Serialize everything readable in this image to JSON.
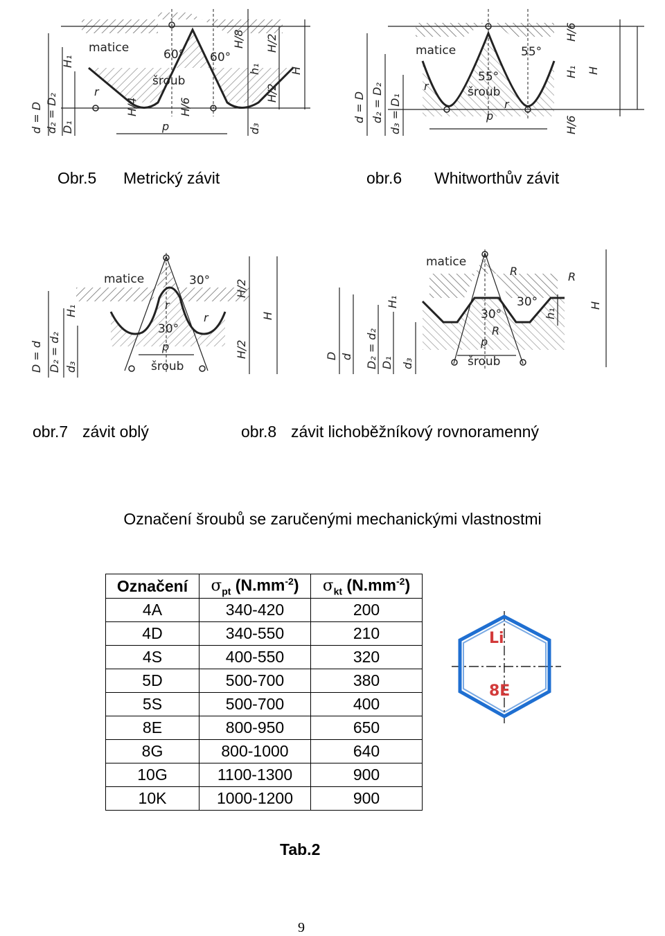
{
  "figures": {
    "fig5": {
      "labels": {
        "nut": "matice",
        "screw": "šroub",
        "angle_left": "60°",
        "angle_right": "60°",
        "pitch": "p",
        "dims": [
          "d = D",
          "d₂ = D₂",
          "D₁",
          "H₁",
          "H/4",
          "H/6",
          "H/8",
          "h₁",
          "H/2",
          "H/2",
          "H",
          "d₃",
          "r"
        ]
      }
    },
    "fig6": {
      "labels": {
        "nut": "matice",
        "screw": "šroub",
        "angle_top": "55°",
        "angle_mid": "55°",
        "pitch": "p",
        "dims": [
          "d = D",
          "d₂ = D₂",
          "d₃ = D₁",
          "H/6",
          "H₁",
          "H",
          "H/6",
          "r",
          "r"
        ]
      }
    },
    "fig7": {
      "labels": {
        "nut": "matice",
        "screw": "šroub",
        "angle_top": "30°",
        "angle_mid": "30°",
        "pitch": "p",
        "dims": [
          "D = d",
          "D₂ = d₂",
          "d₃",
          "H₁",
          "H/2",
          "H",
          "H/2",
          "r",
          "r"
        ]
      }
    },
    "fig8": {
      "labels": {
        "nut": "matice",
        "screw": "šroub",
        "angle_top": "30°",
        "angle_mid": "30°",
        "pitch": "p",
        "dims": [
          "D",
          "d",
          "D₂ = d₂",
          "D₁",
          "d₃",
          "H₁",
          "h₁",
          "H",
          "R",
          "R",
          "R"
        ]
      }
    },
    "bolt_head": {
      "top_mark": "Li",
      "bottom_mark": "8E",
      "color": "#1f6fd1"
    }
  },
  "captions": {
    "c5_num": "Obr.5",
    "c5_text": "Metrický závit",
    "c6_num": "obr.6",
    "c6_text": "Whitworthův závit",
    "c7_num": "obr.7",
    "c7_text": "závit oblý",
    "c8_num": "obr.8",
    "c8_text": "závit lichoběžníkový rovnoramenný"
  },
  "section_title": "Označení šroubů se zaručenými mechanickými vlastnostmi",
  "table": {
    "headers": {
      "h1": "Označení",
      "h2_sym": "σ",
      "h2_sub": "pt",
      "h2_unit": " (N.mm",
      "h2_sup": "-2",
      "h2_end": ")",
      "h3_sym": "σ",
      "h3_sub": "kt",
      "h3_unit": " (N.mm",
      "h3_sup": "-2",
      "h3_end": ")"
    },
    "rows": [
      [
        "4A",
        "340-420",
        "200"
      ],
      [
        "4D",
        "340-550",
        "210"
      ],
      [
        "4S",
        "400-550",
        "320"
      ],
      [
        "5D",
        "500-700",
        "380"
      ],
      [
        "5S",
        "500-700",
        "400"
      ],
      [
        "8E",
        "800-950",
        "650"
      ],
      [
        "8G",
        "800-1000",
        "640"
      ],
      [
        "10G",
        "1100-1300",
        "900"
      ],
      [
        "10K",
        "1000-1200",
        "900"
      ]
    ]
  },
  "table_caption": "Tab.2",
  "page_number": "9"
}
